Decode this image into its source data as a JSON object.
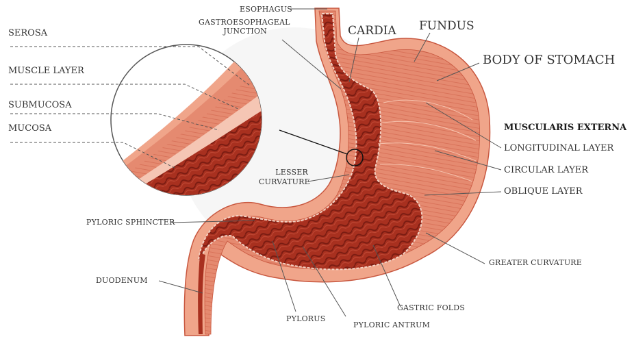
{
  "labels": {
    "serosa": "SEROSA",
    "muscle_layer": "MUSCLE LAYER",
    "submucosa": "SUBMUCOSA",
    "mucosa": "MUCOSA",
    "esophagus": "ESOPHAGUS",
    "gastroesophageal_junction_1": "GASTROESOPHAGEAL",
    "gastroesophageal_junction_2": "JUNCTION",
    "cardia": "CARDIA",
    "fundus": "FUNDUS",
    "body_of_stomach": "BODY OF STOMACH",
    "muscularis_externa": "MUSCULARIS EXTERNA",
    "longitudinal_layer": "LONGITUDINAL LAYER",
    "circular_layer": "CIRCULAR LAYER",
    "oblique_layer": "OBLIQUE LAYER",
    "lesser_curvature_1": "LESSER",
    "lesser_curvature_2": "CURVATURE",
    "pyloric_sphincter": "PYLORIC SPHINCTER",
    "duodenum": "DUODENUM",
    "greater_curvature": "GREATER CURVATURE",
    "gastric_folds": "GASTRIC FOLDS",
    "pylorus": "PYLORUS",
    "pyloric_antrum": "PYLORIC ANTRUM"
  },
  "colors": {
    "outer_wall": "#f0a58a",
    "outer_edge": "#c8573f",
    "muscle": "#e58a70",
    "inner_lining": "#a8301f",
    "fold_dark": "#7a1c12",
    "highlight": "#f9d2c2",
    "leader_line": "#555555"
  }
}
